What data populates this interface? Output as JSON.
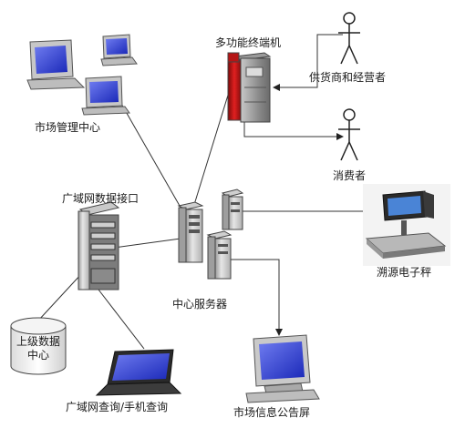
{
  "labels": {
    "market_mgmt": "市场管理中心",
    "kiosk": "多功能终端机",
    "supplier": "供货商和经营者",
    "consumer": "消费者",
    "wan_interface": "广域网数据接口",
    "scale": "溯源电子秤",
    "central_server": "中心服务器",
    "upper_data_1": "上级数据",
    "upper_data_2": "中心",
    "wan_query": "广域网查询/手机查询",
    "info_screen": "市场信息公告屏"
  }
}
